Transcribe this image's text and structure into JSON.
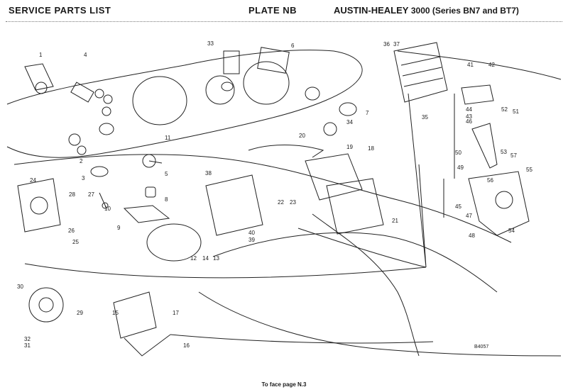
{
  "header": {
    "left_title": "SERVICE PARTS LIST",
    "plate": "PLATE NB",
    "model": "AUSTIN-HEALEY",
    "model_sub": "3000 (Series BN7 and BT7)"
  },
  "diagram": {
    "callouts": [
      "1",
      "2",
      "3",
      "4",
      "5",
      "6",
      "7",
      "8",
      "9",
      "10",
      "11",
      "12",
      "13",
      "14",
      "15",
      "16",
      "17",
      "18",
      "19",
      "20",
      "21",
      "22",
      "23",
      "24",
      "25",
      "26",
      "27",
      "28",
      "29",
      "30",
      "31",
      "32",
      "33",
      "34",
      "35",
      "36",
      "37",
      "38",
      "39",
      "40",
      "41",
      "42",
      "43",
      "44",
      "45",
      "46",
      "47",
      "48",
      "49",
      "50",
      "51",
      "52",
      "53",
      "54",
      "55",
      "56",
      "57"
    ],
    "drawing_code": "B4057"
  },
  "footer": {
    "note": "To face page N.3"
  }
}
